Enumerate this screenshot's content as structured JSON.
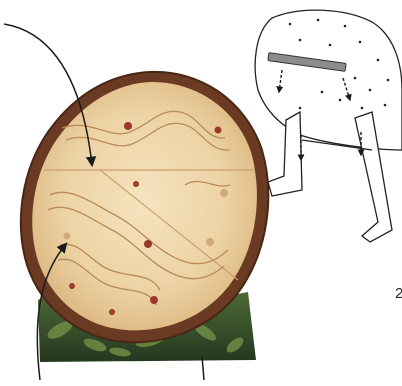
{
  "diagram": {
    "step_number": "2",
    "objects": {
      "wood_slice_board": "wood-slice-board",
      "folding_stand": "folding-stand",
      "slot_bar": "slot-bar"
    },
    "colors": {
      "bark": "#6b3a22",
      "bark_dark": "#4a2615",
      "wood_light": "#f1d9b0",
      "wood_mid": "#e6c591",
      "path_outline": "#b98a55",
      "marker": "#9a3a2a",
      "foliage": "#2f4b2a",
      "foliage_light": "#5f7a3e",
      "arrow": "#1a1a1a",
      "stand_outline": "#222222",
      "slot_gray": "#8c8c8c"
    }
  }
}
